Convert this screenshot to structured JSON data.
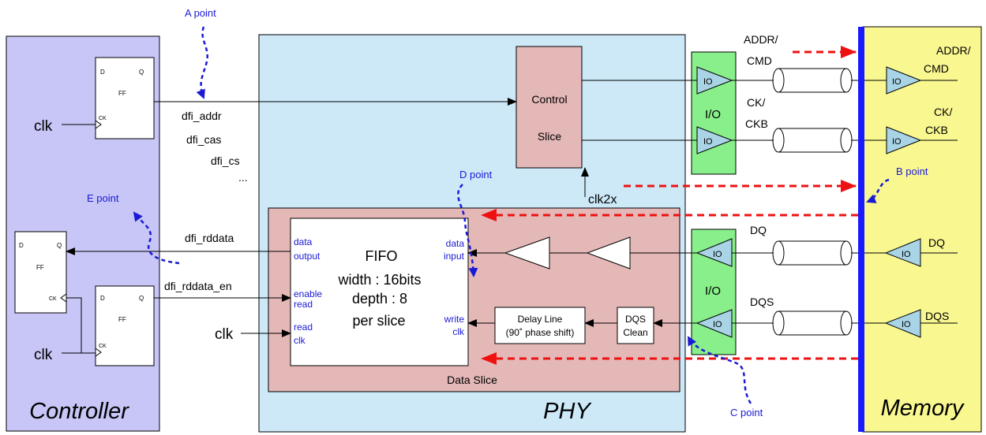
{
  "colors": {
    "controller_fill": "#c7c6f7",
    "phy_fill": "#cde9f8",
    "slice_fill": "#e5b8b8",
    "io_fill": "#88ef8a",
    "memory_fill": "#f9f790",
    "memory_bus": "#1a1aff",
    "buffer_fill": "#a9d4e6",
    "annotation_blue": "#1a1ad6",
    "red_dash": "#ee1111"
  },
  "blocks": {
    "controller": "Controller",
    "phy": "PHY",
    "memory": "Memory",
    "control_slice_line1": "Control",
    "control_slice_line2": "Slice",
    "data_slice": "Data  Slice",
    "io_top": "I/O",
    "io_bottom": "I/O",
    "delay_line_1": "Delay Line",
    "delay_line_2": "(90˚ phase shift)",
    "dqs_clean_1": "DQS",
    "dqs_clean_2": "Clean"
  },
  "fifo": {
    "title": "FIFO",
    "width": "width  : 16bits",
    "depth": "depth  : 8",
    "per_slice": "per slice",
    "data_output_1": "data",
    "data_output_2": "output",
    "enable_read_1": "enable",
    "enable_read_2": "read",
    "read_clk_1": "read",
    "read_clk_2": "clk",
    "data_input_1": "data",
    "data_input_2": "input",
    "write_clk_1": "write",
    "write_clk_2": "clk"
  },
  "flipflops": {
    "d": "D",
    "q": "Q",
    "ff": "FF",
    "ck": "CK"
  },
  "signals": {
    "clk_top": "clk",
    "clk_bottom": "clk",
    "clk_fifo": "clk",
    "clk2x": "clk2x",
    "dfi_addr": "dfi_addr",
    "dfi_cas": "dfi_cas",
    "dfi_cs": "dfi_cs",
    "ellipsis": "...",
    "dfi_rddata": "dfi_rddata",
    "dfi_rddata_en": "dfi_rddata_en",
    "addr_cmd_1": "ADDR/",
    "addr_cmd_2": "CMD",
    "ck_ckb_1": "CK/",
    "ck_ckb_2": "CKB",
    "dq": "DQ",
    "dqs": "DQS",
    "mem_addr_cmd_1": "ADDR/",
    "mem_addr_cmd_2": "CMD",
    "mem_ck_ckb_1": "CK/",
    "mem_ck_ckb_2": "CKB",
    "mem_dq": "DQ",
    "mem_dqs": "DQS",
    "io": "IO"
  },
  "points": {
    "a": "A point",
    "b": "B point",
    "c": "C point",
    "d": "D point",
    "e": "E point"
  }
}
